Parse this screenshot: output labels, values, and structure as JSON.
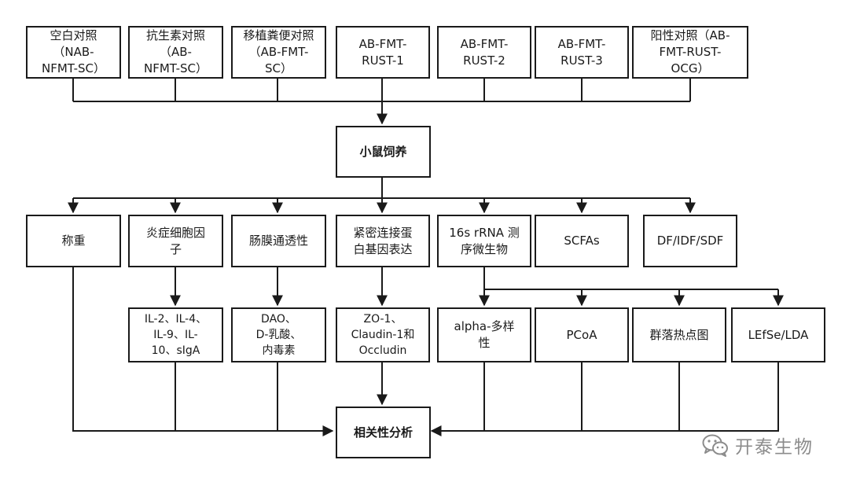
{
  "diagram": {
    "top_groups": [
      {
        "id": "g1",
        "label": "空白对照\n（NAB-\nNFMT-SC）"
      },
      {
        "id": "g2",
        "label": "抗生素对照\n（AB-\nNFMT-SC）"
      },
      {
        "id": "g3",
        "label": "移植粪便对照\n（AB-FMT-\nSC）"
      },
      {
        "id": "g4",
        "label": "AB-FMT-\nRUST-1"
      },
      {
        "id": "g5",
        "label": "AB-FMT-\nRUST-2"
      },
      {
        "id": "g6",
        "label": "AB-FMT-\nRUST-3"
      },
      {
        "id": "g7",
        "label": "阳性对照（AB-\nFMT-RUST-\nOCG）"
      }
    ],
    "center": {
      "feeding": "小鼠饲养",
      "correlation": "相关性分析"
    },
    "measures": [
      {
        "id": "m1",
        "label": "称重"
      },
      {
        "id": "m2",
        "label": "炎症细胞因\n子"
      },
      {
        "id": "m3",
        "label": "肠膜通透性"
      },
      {
        "id": "m4",
        "label": "紧密连接蛋\n白基因表达"
      },
      {
        "id": "m5",
        "label": "16s rRNA 测\n序微生物"
      },
      {
        "id": "m6",
        "label": "SCFAs"
      },
      {
        "id": "m7",
        "label": "DF/IDF/SDF"
      }
    ],
    "details": [
      {
        "id": "d1",
        "label": "IL-2、IL-4、\nIL-9、IL-\n10、sIgA"
      },
      {
        "id": "d2",
        "label": "DAO、\nD-乳酸、\n内毒素"
      },
      {
        "id": "d3",
        "label": "ZO-1、\nClaudin-1和\nOccludin"
      },
      {
        "id": "d4",
        "label": "alpha-多样\n性"
      },
      {
        "id": "d5",
        "label": "PCoA"
      },
      {
        "id": "d6",
        "label": "群落热点图"
      },
      {
        "id": "d7",
        "label": "LEfSe/LDA"
      }
    ]
  },
  "watermark": {
    "text": "开泰生物",
    "icon": "wechat-icon"
  }
}
